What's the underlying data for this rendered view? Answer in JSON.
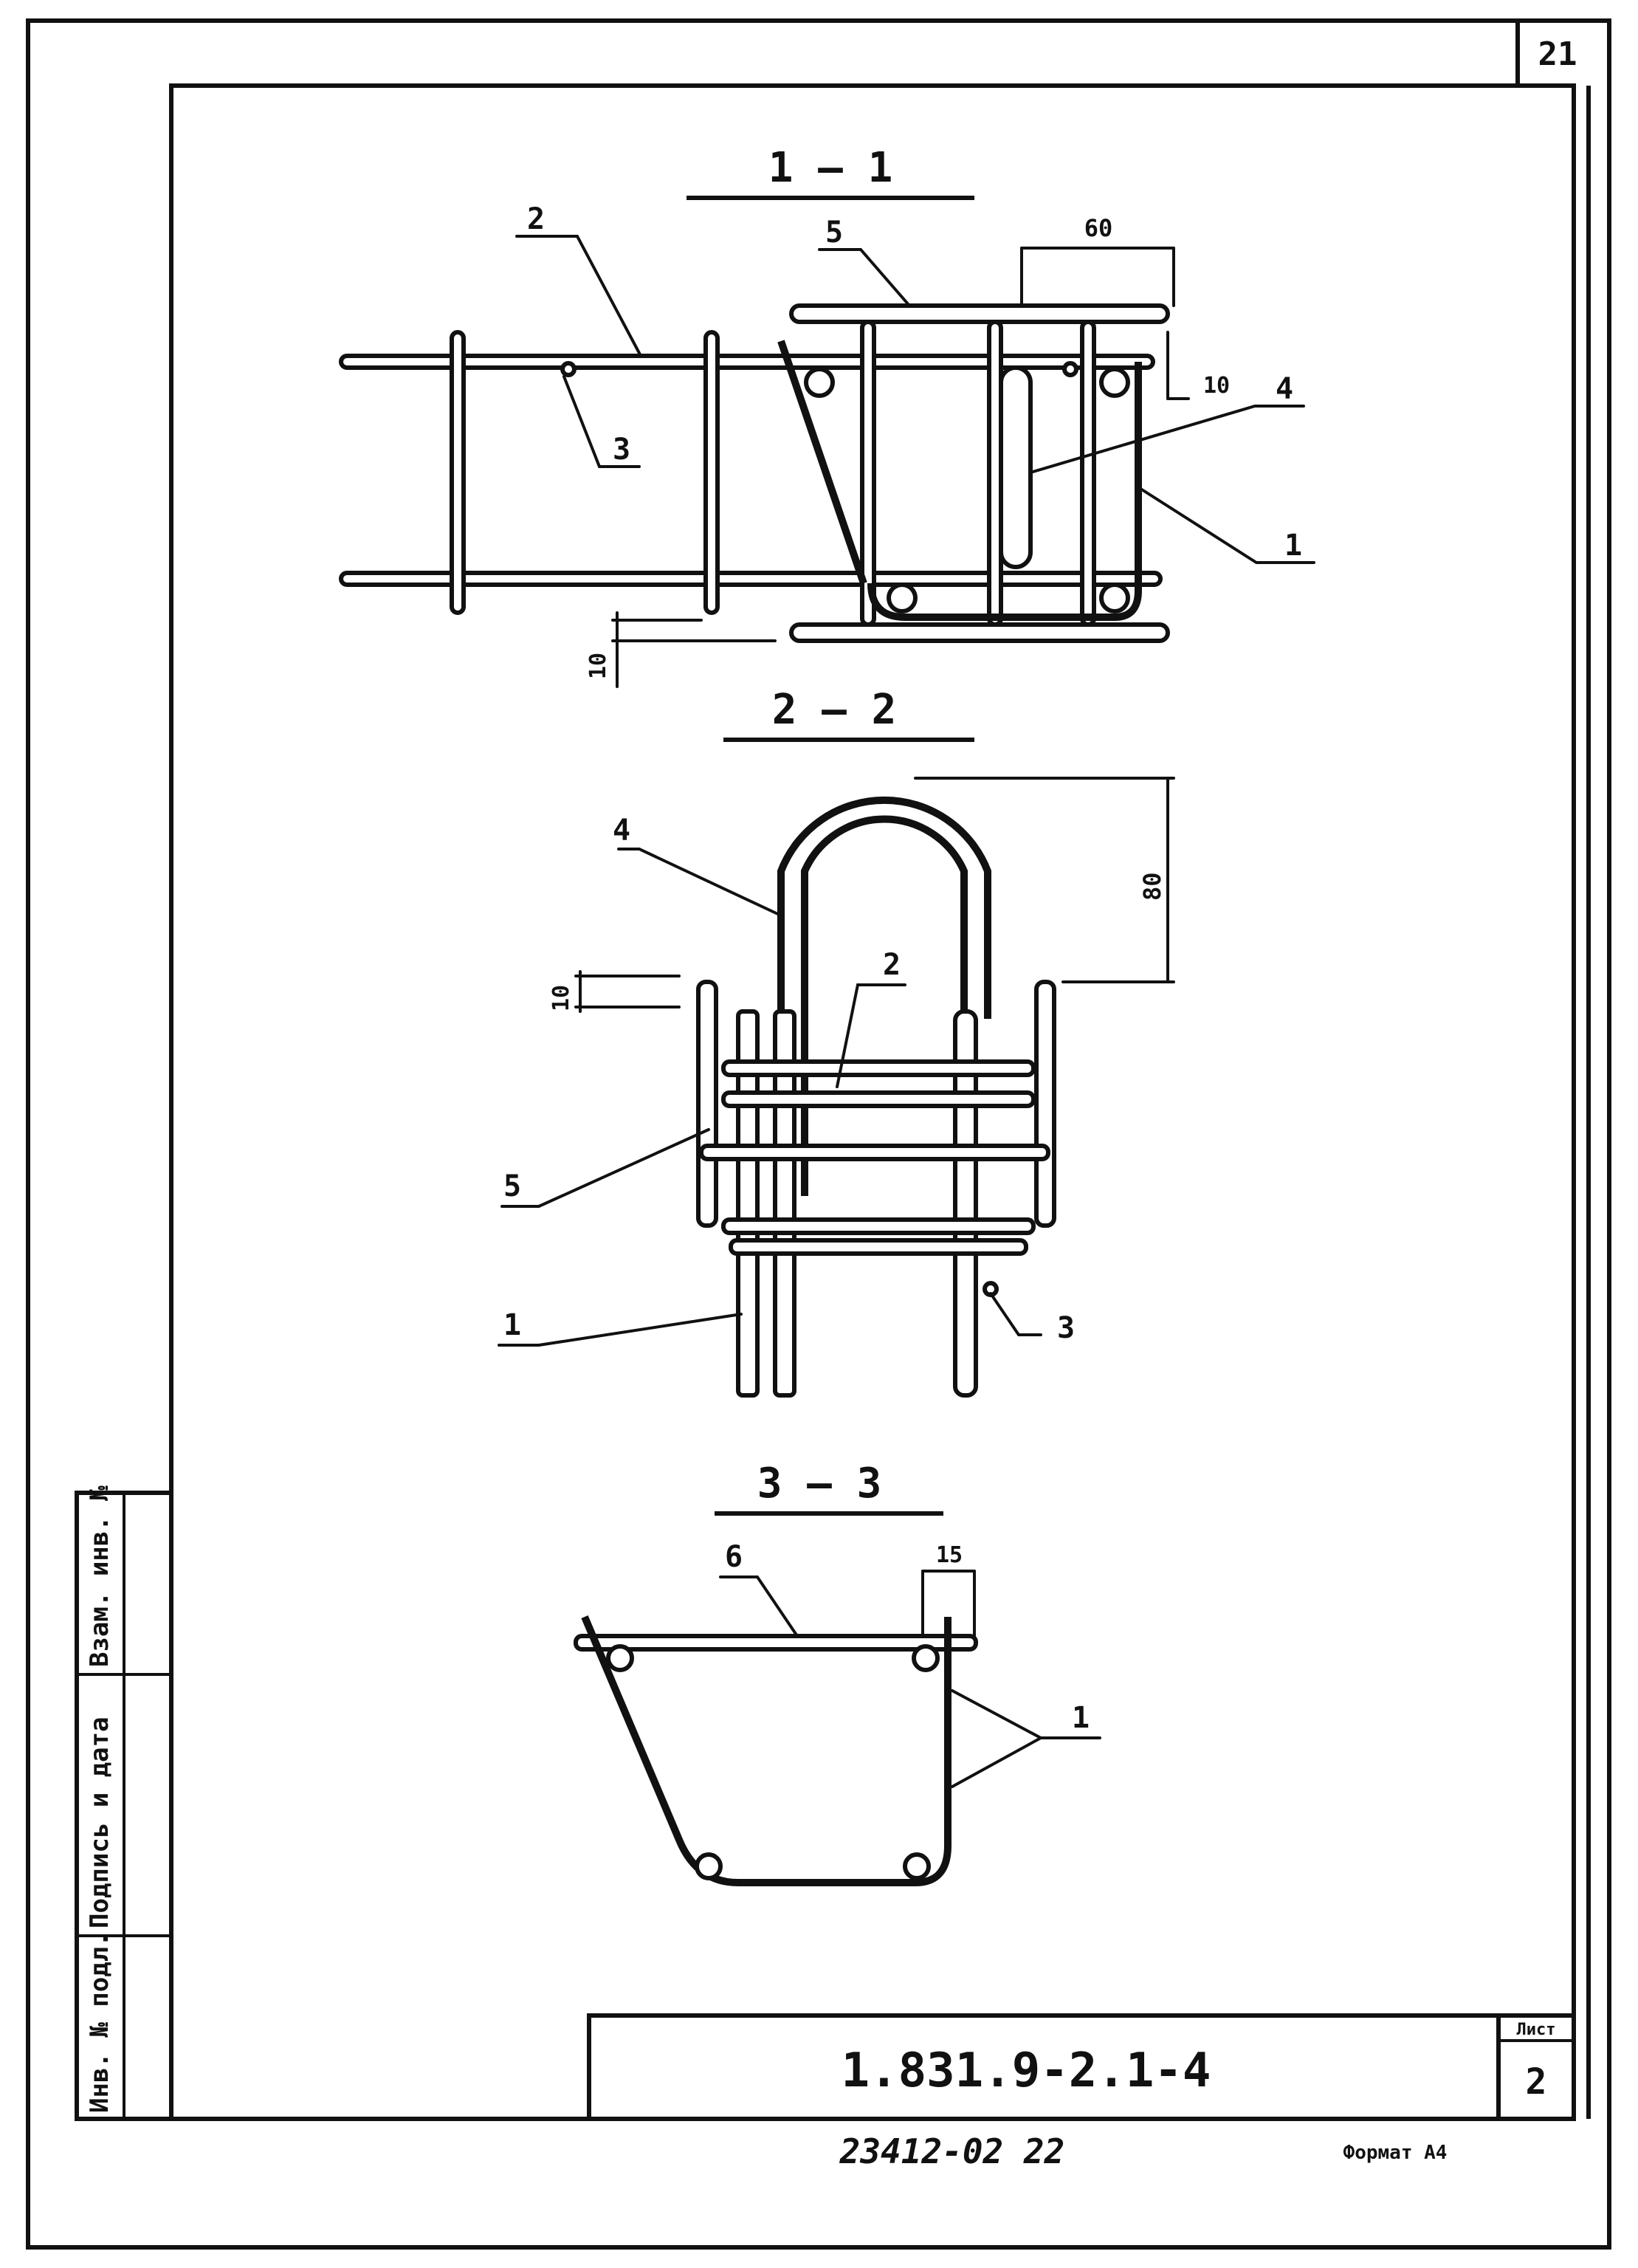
{
  "sheet_corner_number": "21",
  "sections": {
    "s1": {
      "title": "1 — 1",
      "dims": {
        "top_width": "60",
        "right_offset": "10",
        "left_offset": "10"
      }
    },
    "s2": {
      "title": "2 — 2",
      "dims": {
        "loop_height": "80",
        "left_offset": "10"
      }
    },
    "s3": {
      "title": "3 — 3",
      "dims": {
        "top_width": "15"
      }
    }
  },
  "positions": {
    "p1": "1",
    "p2": "2",
    "p3": "3",
    "p4": "4",
    "p5": "5",
    "p6": "6"
  },
  "side_stamp": {
    "col1": "Инв. № подл.",
    "col2": "Подпись и дата",
    "col3": "Взам. инв. №"
  },
  "title_block": {
    "designation": "1.831.9-2.1-4",
    "sheet_label": "Лист",
    "sheet_number": "2"
  },
  "footer": {
    "archive_number": "23412-02 22",
    "format": "Формат А4"
  }
}
